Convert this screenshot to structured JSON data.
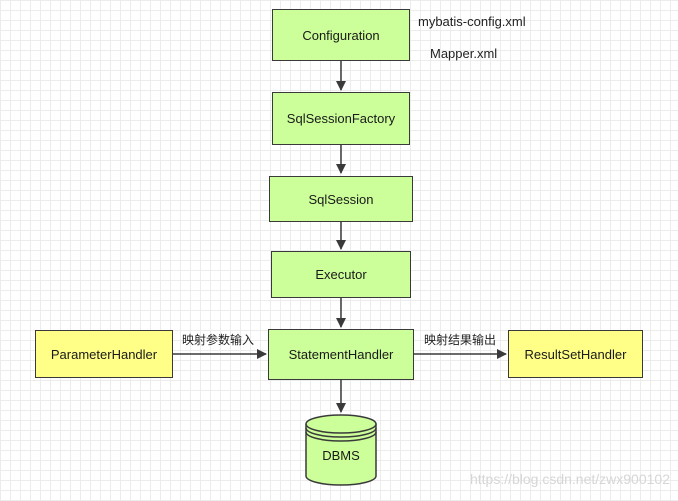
{
  "nodes": {
    "configuration": "Configuration",
    "sqlsessionfactory": "SqlSessionFactory",
    "sqlsession": "SqlSession",
    "executor": "Executor",
    "statementhandler": "StatementHandler",
    "parameterhandler": "ParameterHandler",
    "resultsethandler": "ResultSetHandler",
    "dbms": "DBMS"
  },
  "notes": {
    "config_file": "mybatis-config.xml",
    "mapper_file": "Mapper.xml"
  },
  "edge_labels": {
    "param_input": "映射参数输入",
    "result_output": "映射结果输出"
  },
  "watermark": "https://blog.csdn.net/zwx900102",
  "colors": {
    "core_fill": "#ccff99",
    "handler_fill": "#ffff88",
    "stroke": "#3a3a3a"
  }
}
